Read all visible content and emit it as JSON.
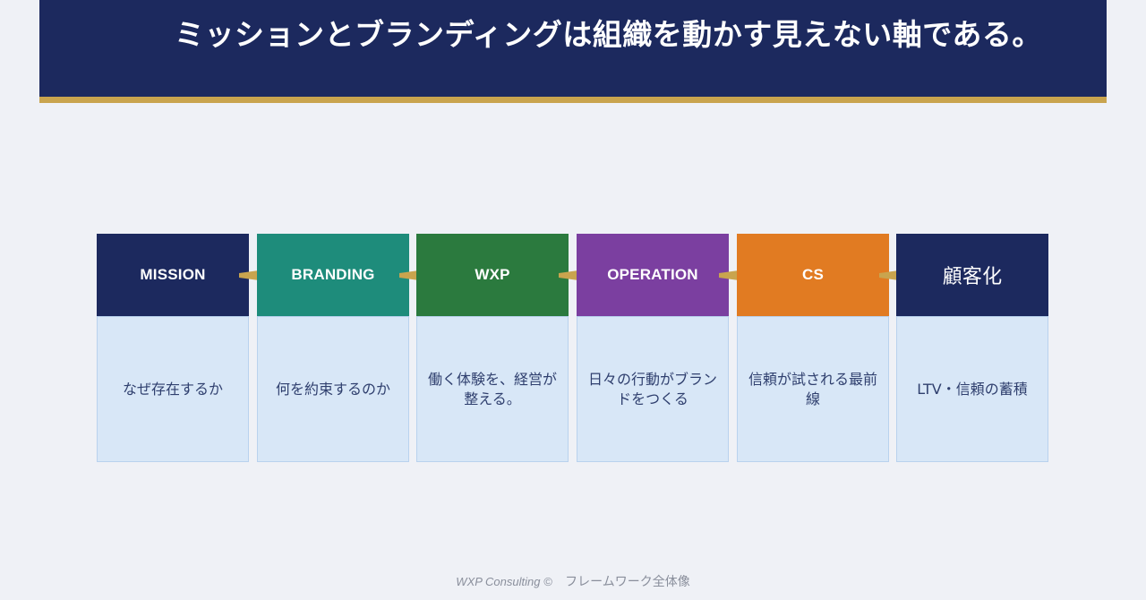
{
  "title": "ミッションとブランディングは組織を動かす見えない軸である。",
  "colors": {
    "navy": "#1c295e",
    "gold": "#c9a44e",
    "teal": "#1e8c7b",
    "green": "#2b7a3e",
    "purple": "#7b3fa0",
    "orange": "#e17b22",
    "box_fill": "#d8e7f7",
    "box_text": "#2f3f6e"
  },
  "steps": [
    {
      "label": "MISSION",
      "description": "なぜ存在するか",
      "color": "#1c295e"
    },
    {
      "label": "BRANDING",
      "description": "何を約束するのか",
      "color": "#1e8c7b"
    },
    {
      "label": "WXP",
      "description": "働く体験を、経営が整える。",
      "color": "#2b7a3e"
    },
    {
      "label": "OPERATION",
      "description": "日々の行動がブランドをつくる",
      "color": "#7b3fa0"
    },
    {
      "label": "CS",
      "description": "信頼が試される最前線",
      "color": "#e17b22"
    },
    {
      "label": "顧客化",
      "description": "LTV・信頼の蓄積",
      "color": "#1c295e"
    }
  ],
  "footer": {
    "brand": "WXP Consulting ©",
    "text": "フレームワーク全体像"
  }
}
